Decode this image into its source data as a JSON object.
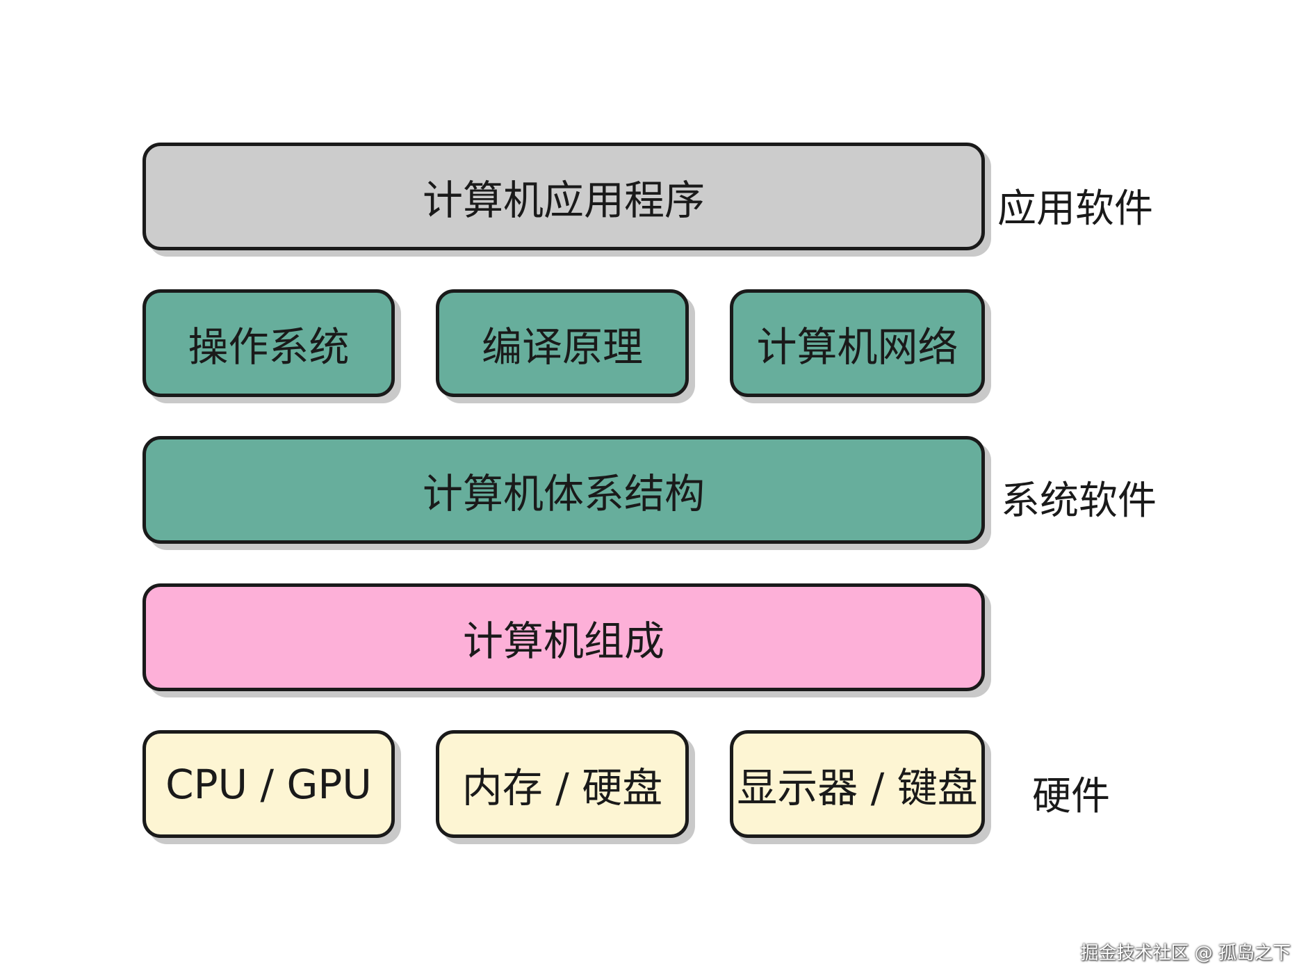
{
  "colors": {
    "application": "#cccccc",
    "system": "#67ae9c",
    "composition": "#fdb0d8",
    "hardware": "#fdf5d3",
    "border": "#1a1a1a",
    "shadow": "#c9c9c9"
  },
  "layers": {
    "application_row": {
      "label": "计算机应用程序"
    },
    "system_row": {
      "items": [
        "操作系统",
        "编译原理",
        "计算机网络"
      ]
    },
    "architecture_row": {
      "label": "计算机体系结构"
    },
    "composition_row": {
      "label": "计算机组成"
    },
    "hardware_row": {
      "items": [
        "CPU / GPU",
        "内存 / 硬盘",
        "显示器 / 键盘"
      ]
    }
  },
  "side_labels": {
    "application": "应用软件",
    "system": "系统软件",
    "hardware": "硬件"
  },
  "watermark": "掘金技术社区 @ 孤岛之下"
}
